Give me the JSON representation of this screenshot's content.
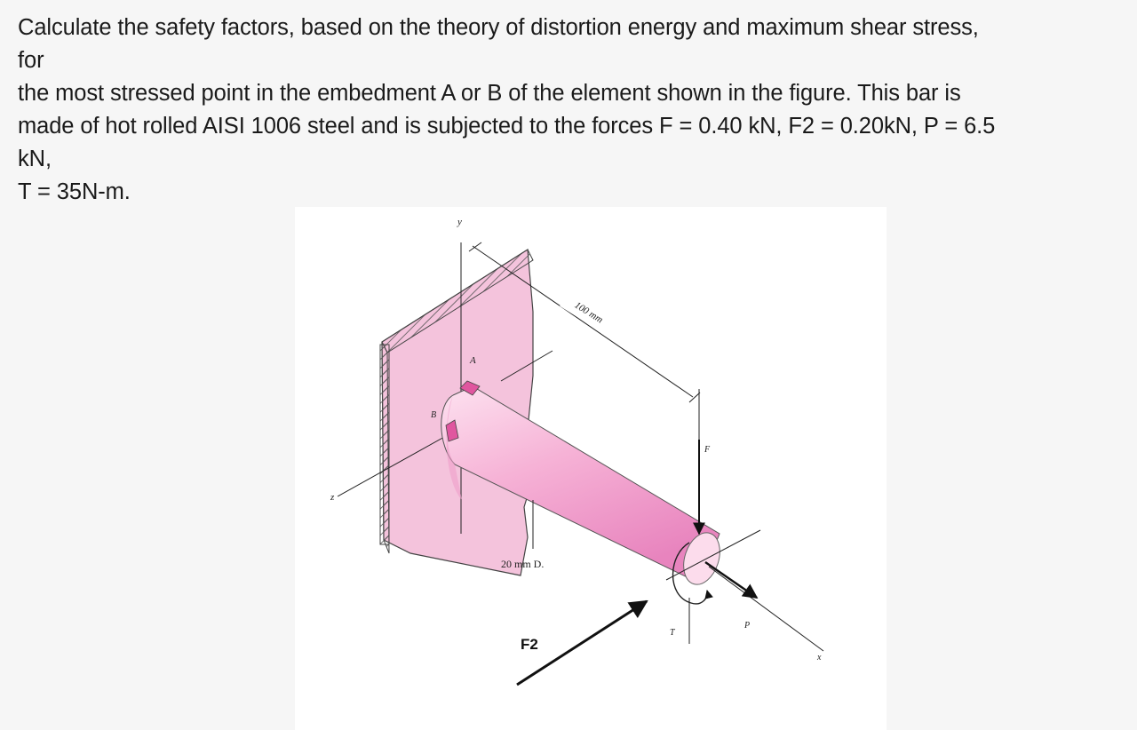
{
  "problem": {
    "lines": [
      "Calculate the safety factors, based on the theory of distortion energy and maximum shear stress,",
      "for",
      "the most stressed point in the embedment A or B of the element shown in the figure. This bar is",
      "made of hot rolled AISI 1006 steel and is subjected to the forces F = 0.40 kN, F2 = 0.20kN, P = 6.5",
      "kN,",
      "T = 35N-m."
    ]
  },
  "figure": {
    "labels": {
      "y_axis": "y",
      "z_axis": "z",
      "x_axis": "x",
      "point_a": "A",
      "point_b": "B",
      "length": "100 mm",
      "diameter": "20 mm D.",
      "force_f": "F",
      "force_f2": "F2",
      "torque_t": "T",
      "force_p": "P"
    },
    "colors": {
      "wall": "#f4c3dc",
      "bar": "#f29dca",
      "bar_light": "#fbd6ea",
      "bar_dark": "#e27bb6",
      "hatch": "#555555"
    }
  }
}
